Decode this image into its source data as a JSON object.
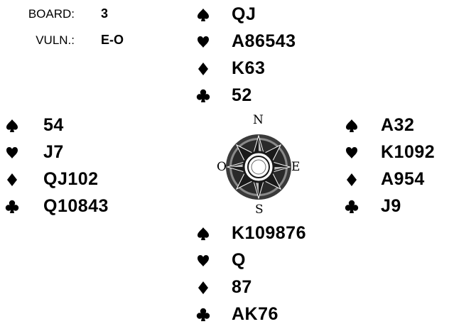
{
  "board": {
    "board_label": "BOARD:",
    "board_value": "3",
    "vuln_label": "VULN.:",
    "vuln_value": "E-O"
  },
  "hands": {
    "north": {
      "spades": "QJ",
      "hearts": "A86543",
      "diamonds": "K63",
      "clubs": "52"
    },
    "west": {
      "spades": "54",
      "hearts": "J7",
      "diamonds": "QJ102",
      "clubs": "Q10843"
    },
    "east": {
      "spades": "A32",
      "hearts": "K1092",
      "diamonds": "A954",
      "clubs": "J9"
    },
    "south": {
      "spades": "K109876",
      "hearts": "Q",
      "diamonds": "87",
      "clubs": "AK76"
    }
  },
  "compass": {
    "n": "N",
    "e": "E",
    "s": "S",
    "w": "O"
  },
  "icons": {
    "spade": "spade-icon",
    "heart": "heart-icon",
    "diamond": "diamond-icon",
    "club": "club-icon",
    "compass": "compass-rose-icon"
  }
}
